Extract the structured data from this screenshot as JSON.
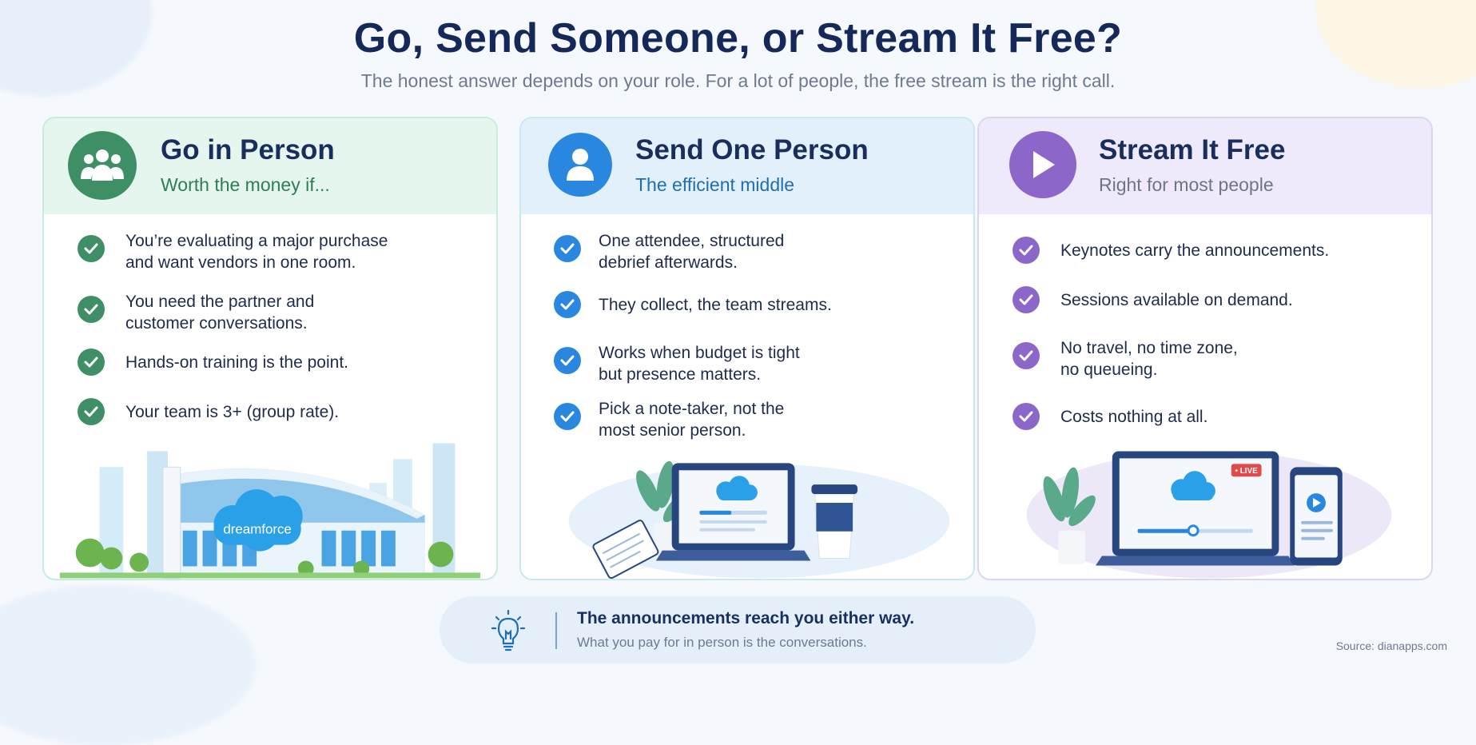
{
  "header": {
    "title": "Go, Send Someone, or Stream It Free?",
    "subtitle": "The honest answer depends on your role. For a lot of people, the free stream is the right call."
  },
  "cards": [
    {
      "title": "Go in Person",
      "subtitle": "Worth the money if...",
      "icon": "people-group-icon",
      "accent": "#3f8f66",
      "items": [
        [
          "You’re evaluating a major purchase",
          "and want vendors in one room."
        ],
        [
          "You need the partner and",
          "customer conversations."
        ],
        [
          "Hands-on training is the point."
        ],
        [
          "Your team is 3+ (group rate)."
        ]
      ],
      "illustration_label": "dreamforce"
    },
    {
      "title": "Send One Person",
      "subtitle": "The efficient middle",
      "icon": "person-icon",
      "accent": "#2a87e0",
      "items": [
        [
          "One attendee, structured",
          "debrief afterwards."
        ],
        [
          "They collect, the team streams."
        ],
        [
          "Works when budget is tight",
          "but presence matters."
        ],
        [
          "Pick a note-taker, not the",
          "most senior person."
        ]
      ]
    },
    {
      "title": "Stream It Free",
      "subtitle": "Right for most people",
      "icon": "play-icon",
      "accent": "#8c66c9",
      "items": [
        [
          "Keynotes carry the announcements."
        ],
        [
          "Sessions available on demand."
        ],
        [
          "No travel, no time zone,",
          "no queueing."
        ],
        [
          "Costs nothing at all."
        ]
      ],
      "live_badge": "• LIVE"
    }
  ],
  "footer": {
    "main": "The announcements reach you either way.",
    "sub": "What you pay for in person is the conversations.",
    "icon": "lightbulb-icon"
  },
  "source": "Source: dianapps.com"
}
